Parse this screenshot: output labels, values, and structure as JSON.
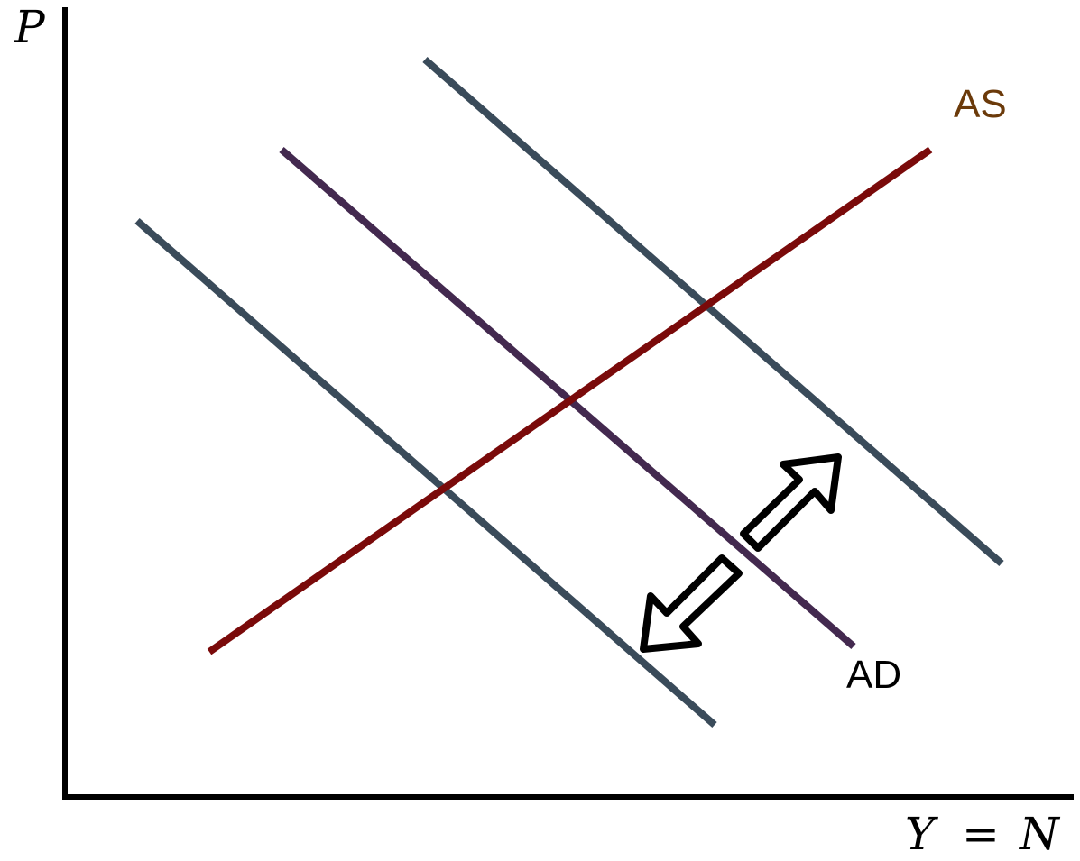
{
  "axes": {
    "y_label": "P",
    "x_label_left": "Y",
    "x_label_eq": "=",
    "x_label_right": "N"
  },
  "curves": {
    "as_label": "AS",
    "ad_label": "AD"
  },
  "colors": {
    "axis": "#000000",
    "as_curve": "#7a0a0a",
    "ad_curve": "#43294f",
    "shifted_ad": "#3a4b5a",
    "as_label": "#6b3a0a",
    "ad_label": "#000000"
  },
  "arrows": {
    "up_right": "shift-right-arrow",
    "down_left": "shift-left-arrow"
  }
}
